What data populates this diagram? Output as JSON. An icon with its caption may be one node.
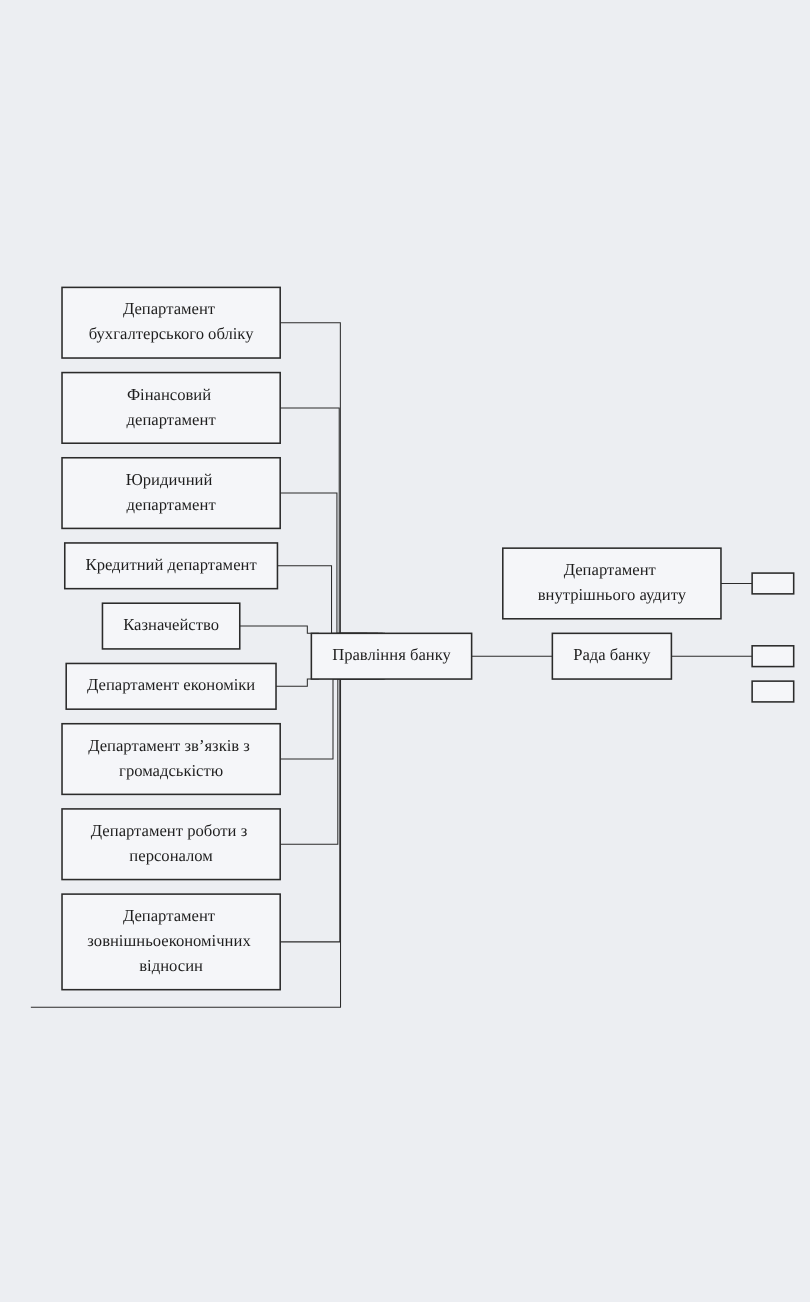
{
  "diagram": {
    "nodes": [
      {
        "text": [
          "Департамент бухгалтерського обліку"
        ]
      },
      {
        "text": [
          "Фінансовий департамент"
        ]
      },
      {
        "text": [
          "Юридичний департамент"
        ]
      },
      {
        "text": [
          "Кредитний департамент"
        ]
      },
      {
        "text": [
          "Казначейство"
        ]
      },
      {
        "text": [
          "Департамент економіки"
        ]
      },
      {
        "text": [
          "Департамент зв’язків з громадськістю"
        ]
      },
      {
        "text": [
          "Департамент роботи з персоналом"
        ]
      },
      {
        "text": [
          "Департамент зовнішньоекономічних відносин"
        ]
      },
      {
        "text": [
          "Департамент внутрішнього аудиту"
        ]
      },
      {
        "text": [
          "Правління банку"
        ]
      },
      {
        "text": [
          "Рада банку"
        ]
      },
      {
        "text": [],
        "shape": "box"
      },
      {
        "text": [],
        "shape": "box"
      },
      {
        "text": [],
        "shape": "box"
      }
    ],
    "edges": [
      {
        "from": 10,
        "to": 0,
        "arrow": "none"
      },
      {
        "from": 10,
        "to": 1,
        "arrow": "none"
      },
      {
        "from": 10,
        "to": 2,
        "arrow": "none"
      },
      {
        "from": 10,
        "to": 3,
        "arrow": "none"
      },
      {
        "from": 10,
        "to": 4,
        "arrow": "none"
      },
      {
        "from": 10,
        "to": 5,
        "arrow": "none"
      },
      {
        "from": 10,
        "to": 6,
        "arrow": "none"
      },
      {
        "from": 10,
        "to": 7,
        "arrow": "none"
      },
      {
        "from": 10,
        "to": 8,
        "arrow": "none"
      },
      {
        "from": null,
        "to": 10,
        "arrow": "none"
      },
      {
        "from": 11,
        "to": 10,
        "arrow": "none"
      },
      {
        "from": 13,
        "to": 11,
        "arrow": "none"
      },
      {
        "from": 12,
        "to": 9,
        "arrow": "none"
      }
    ]
  }
}
